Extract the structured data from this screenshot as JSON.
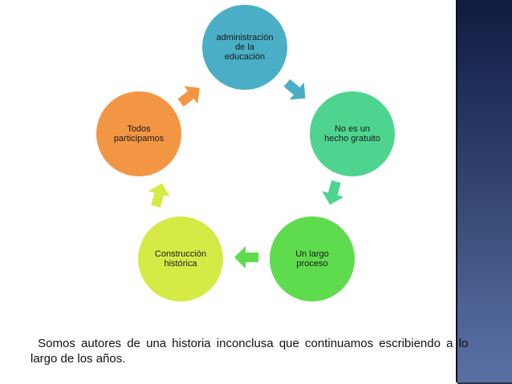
{
  "diagram": {
    "type": "cycle",
    "nodes": [
      {
        "id": "n1",
        "label": "administración de la educación",
        "lines": [
          "administración",
          "de la",
          "educación"
        ],
        "color": "#4aaec6"
      },
      {
        "id": "n2",
        "label": "No es un hecho gratuito",
        "lines": [
          "No es un",
          "hecho gratuito"
        ],
        "color": "#4ed48f"
      },
      {
        "id": "n3",
        "label": "Un largo proceso",
        "lines": [
          "Un largo",
          "proceso"
        ],
        "color": "#5fdc4e"
      },
      {
        "id": "n4",
        "label": "Construcción histórica",
        "lines": [
          "Construcción",
          "histórica"
        ],
        "color": "#d6ea46"
      },
      {
        "id": "n5",
        "label": "Todos participamos",
        "lines": [
          "Todos",
          "participamos"
        ],
        "color": "#f39644"
      }
    ],
    "edges": [
      {
        "from": "n1",
        "to": "n2",
        "color": "#4aaec6"
      },
      {
        "from": "n2",
        "to": "n3",
        "color": "#4ed48f"
      },
      {
        "from": "n3",
        "to": "n4",
        "color": "#5fdc4e"
      },
      {
        "from": "n4",
        "to": "n5",
        "color": "#d6ea46"
      },
      {
        "from": "n5",
        "to": "n1",
        "color": "#f39644"
      }
    ]
  },
  "caption": {
    "line1": " Somos autores de una historia inconclusa que continuamos escribiendo a lo",
    "line2": "largo de los años."
  },
  "theme": {
    "panel_top": "#0f1b3f",
    "panel_bottom": "#5a6fa2"
  }
}
